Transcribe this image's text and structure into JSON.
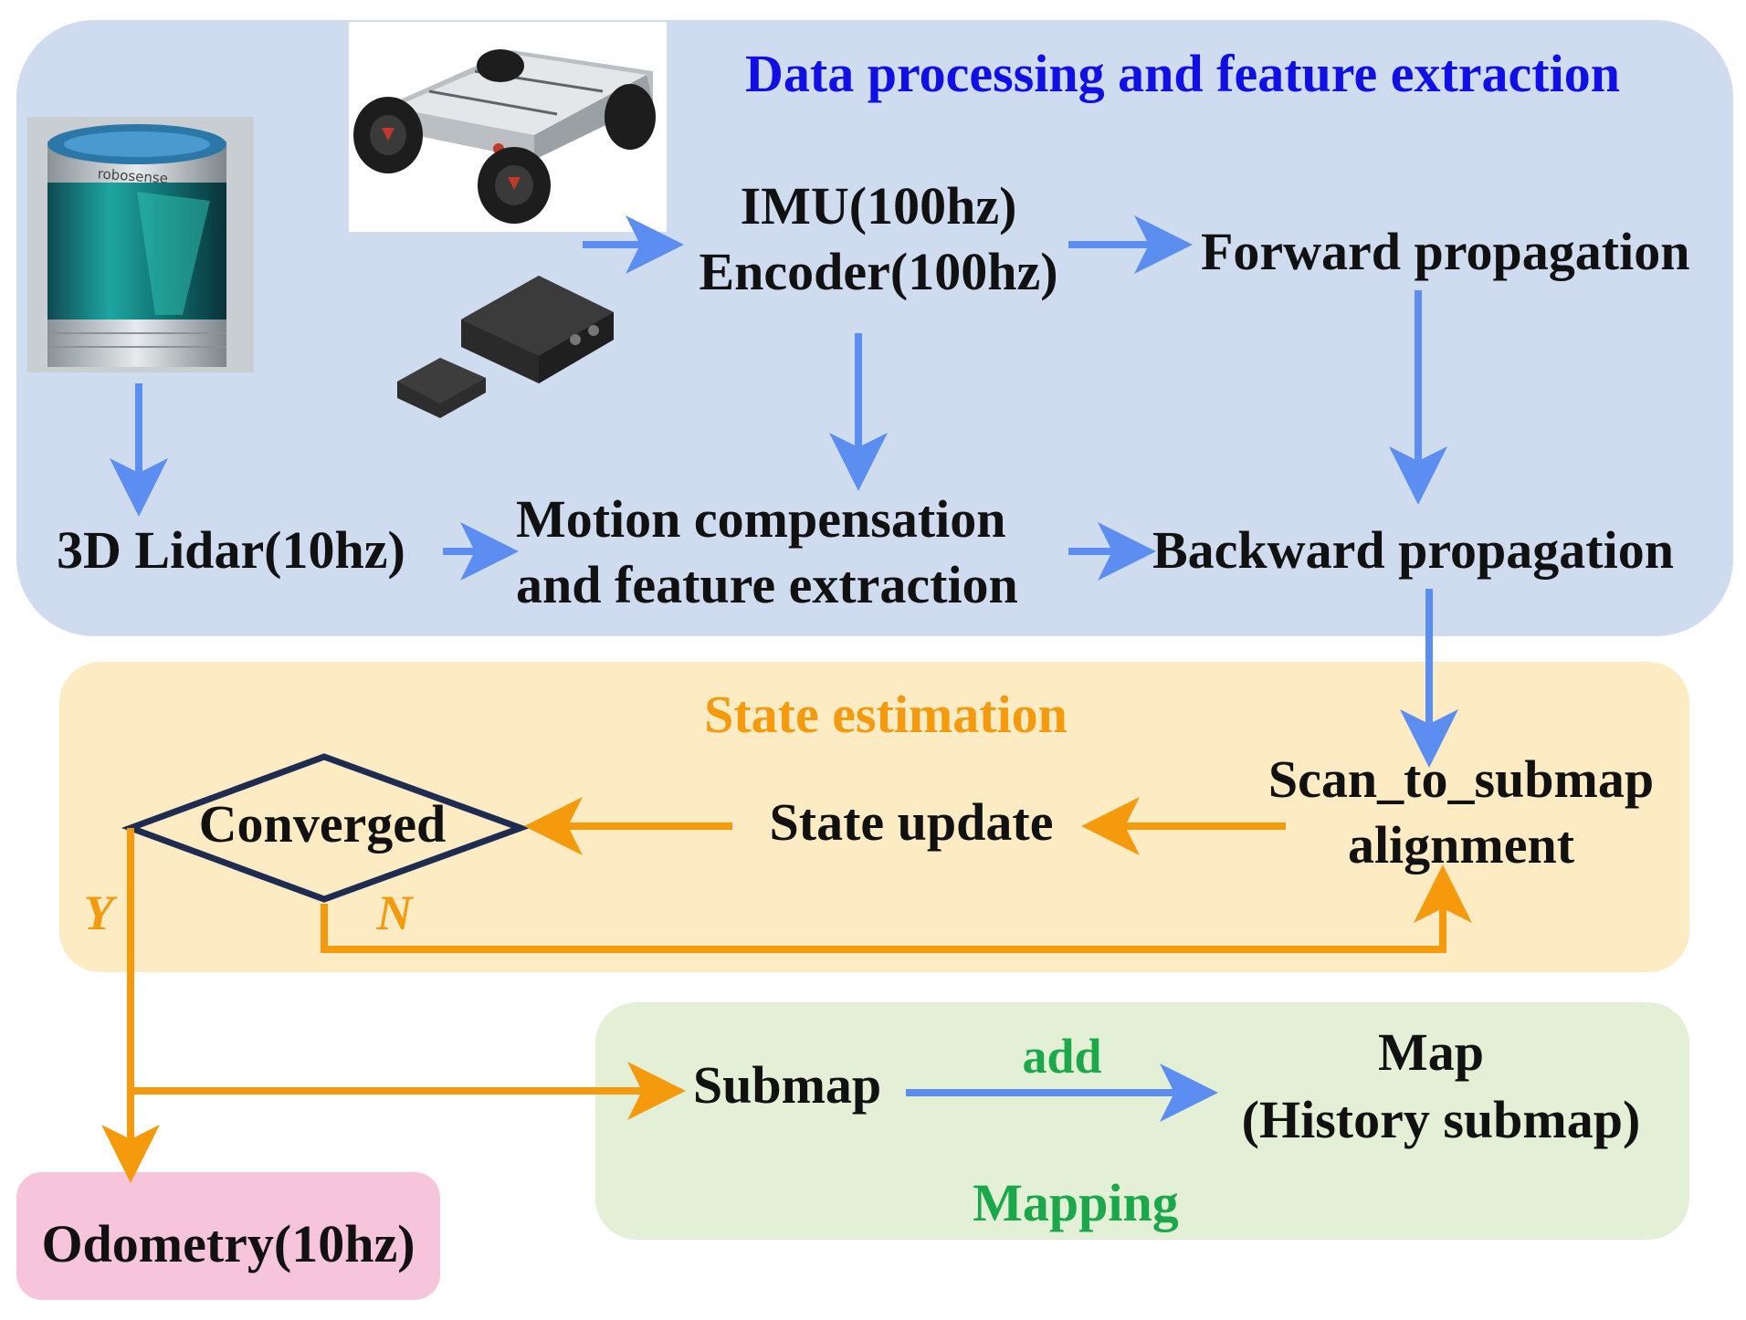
{
  "colors": {
    "panel_data": "#cfdcf0",
    "panel_state": "#fdebc4",
    "panel_mapping": "#e3f0d6",
    "panel_odometry": "#f7c5db",
    "blue_arrow": "#5b8ef0",
    "orange_arrow": "#f59a0d",
    "title_blue": "#1010e6",
    "title_orange": "#f59a0d",
    "title_green": "#1aa84a",
    "diamond_stroke": "#1f2c52"
  },
  "sections": {
    "data_processing": "Data processing and feature extraction",
    "state_estimation": "State estimation",
    "mapping": "Mapping"
  },
  "nodes": {
    "imu": "IMU(100hz)",
    "encoder": "Encoder(100hz)",
    "forward": "Forward propagation",
    "lidar": "3D Lidar(10hz)",
    "motion_1": "Motion compensation",
    "motion_2": "and feature extraction",
    "backward": "Backward propagation",
    "scan_1": "Scan_to_submap",
    "scan_2": "alignment",
    "state_update": "State update",
    "converged": "Converged",
    "yes": "Y",
    "no": "N",
    "submap": "Submap",
    "add": "add",
    "map_1": "Map",
    "map_2": "(History submap)",
    "odometry": "Odometry(10hz)"
  },
  "images": {
    "lidar_logo": "robosense"
  }
}
